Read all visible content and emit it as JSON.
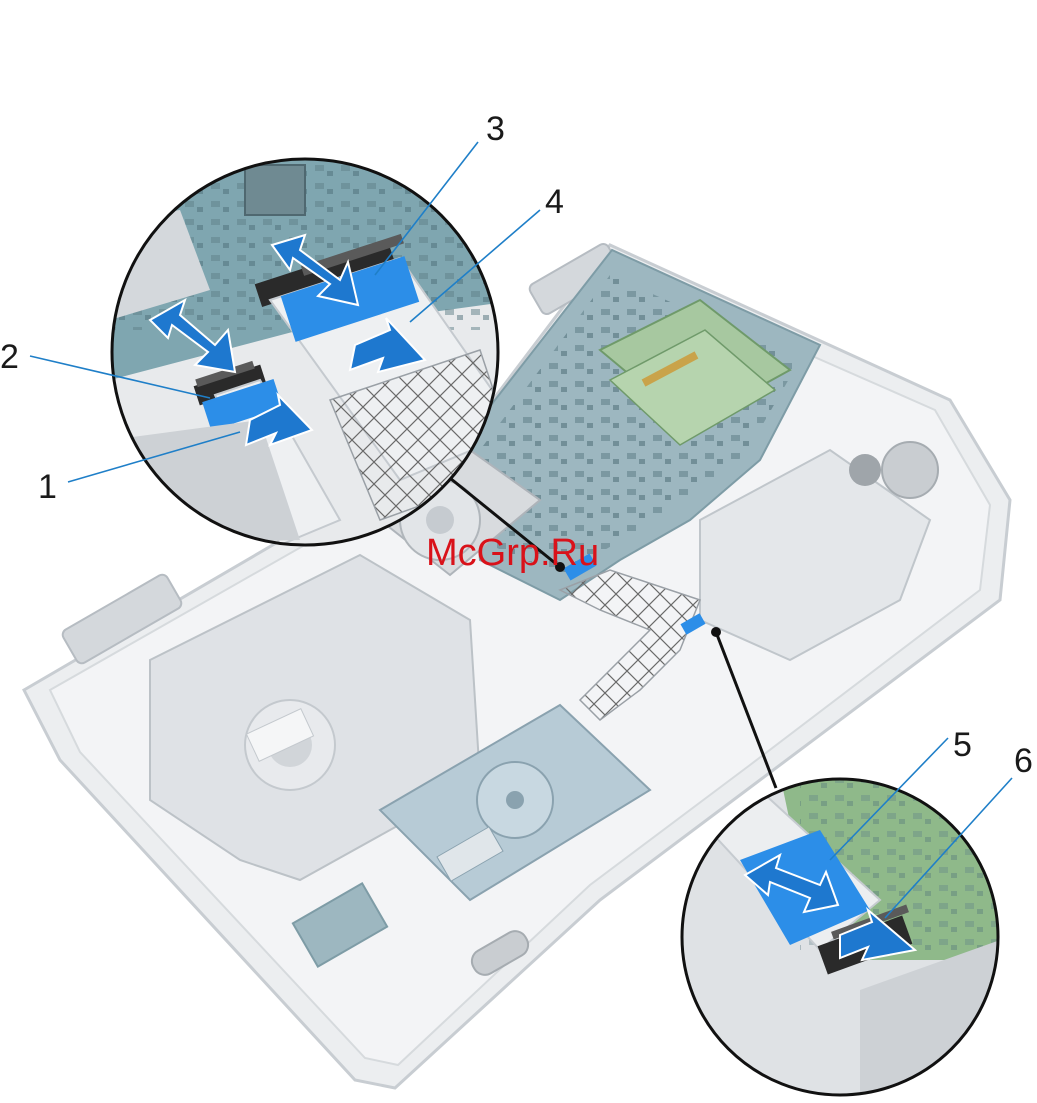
{
  "watermark": "McGrp.Ru",
  "callouts": [
    {
      "id": "1",
      "label": "1"
    },
    {
      "id": "2",
      "label": "2"
    },
    {
      "id": "3",
      "label": "3"
    },
    {
      "id": "4",
      "label": "4"
    },
    {
      "id": "5",
      "label": "5"
    },
    {
      "id": "6",
      "label": "6"
    }
  ],
  "colors": {
    "callout_line": "#1f7fc8",
    "arrow_fill": "#1e78cf",
    "arrow_edge": "#ffffff",
    "tape_blue": "#2c8ee8",
    "board_teal": "#7fa6b0",
    "board_green": "#8fb98a",
    "chassis": "#e6e9ec",
    "watermark": "#d9121a"
  },
  "icons": [
    "arrow-icon"
  ]
}
